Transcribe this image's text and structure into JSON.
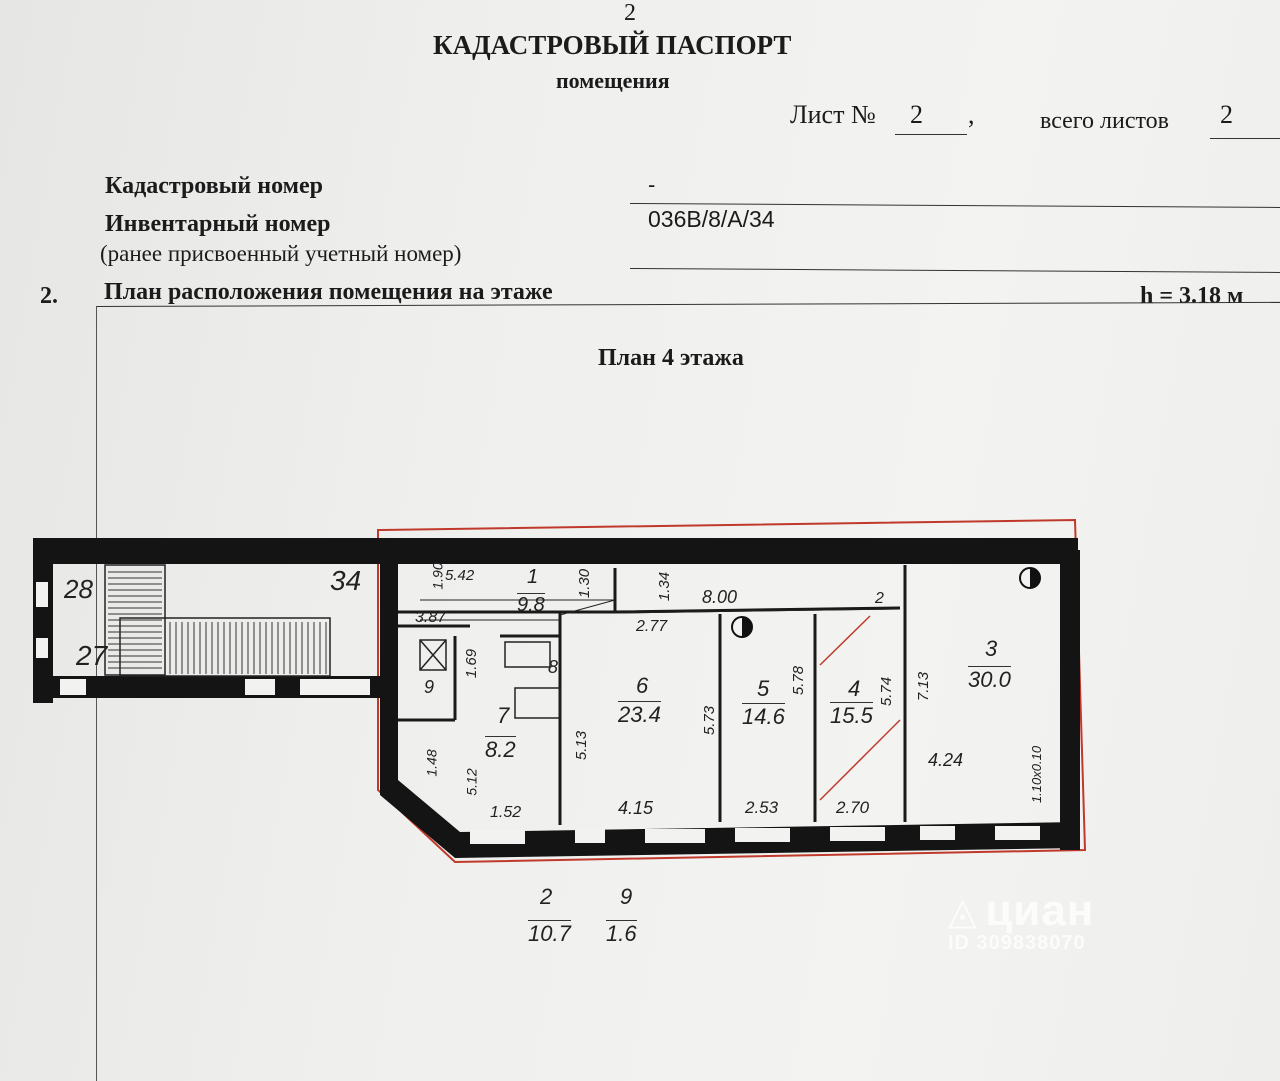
{
  "header": {
    "page_number": "2",
    "title": "КАДАСТРОВЫЙ ПАСПОРТ",
    "subtitle": "помещения",
    "sheet_label": "Лист №",
    "sheet_value": "2",
    "sheet_comma": ",",
    "total_label": "всего листов",
    "total_value": "2"
  },
  "fields": {
    "cadastral_label": "Кадастровый номер",
    "cadastral_value": "-",
    "inventory_label": "Инвентарный номер",
    "inventory_value": "036В/8/А/34",
    "prev_label": "(ранее присвоенный учетный номер)"
  },
  "section": {
    "number": "2.",
    "title": "План расположения помещения на этаже",
    "height": "h = 3.18 м"
  },
  "plan": {
    "title": "План 4 этажа",
    "neighbors": [
      "28",
      "27",
      "34"
    ],
    "rooms": [
      {
        "num": "1",
        "area": "9.8"
      },
      {
        "num": "3",
        "area": "30.0"
      },
      {
        "num": "4",
        "area": "15.5"
      },
      {
        "num": "5",
        "area": "14.6"
      },
      {
        "num": "6",
        "area": "23.4"
      },
      {
        "num": "7",
        "area": "8.2"
      },
      {
        "num": "9",
        "area": ""
      },
      {
        "num": "8",
        "area": ""
      }
    ],
    "dimensions": [
      "1.90",
      "5.42",
      "1.30",
      "1.34",
      "8.00",
      "2",
      "3.87",
      "2.77",
      "1.69",
      "5.78",
      "5.74",
      "7.13",
      "5.13",
      "5.73",
      "1.48",
      "5.12",
      "1.52",
      "4.15",
      "2.53",
      "2.70",
      "4.24",
      "1.10x0.10"
    ],
    "legend": [
      {
        "num": "2",
        "area": "10.7"
      },
      {
        "num": "9",
        "area": "1.6"
      }
    ]
  },
  "watermark": {
    "logo": "циан",
    "id": "ID 309838070"
  },
  "colors": {
    "wall": "#141414",
    "boundary": "#c0392b",
    "paper": "#efefed"
  }
}
